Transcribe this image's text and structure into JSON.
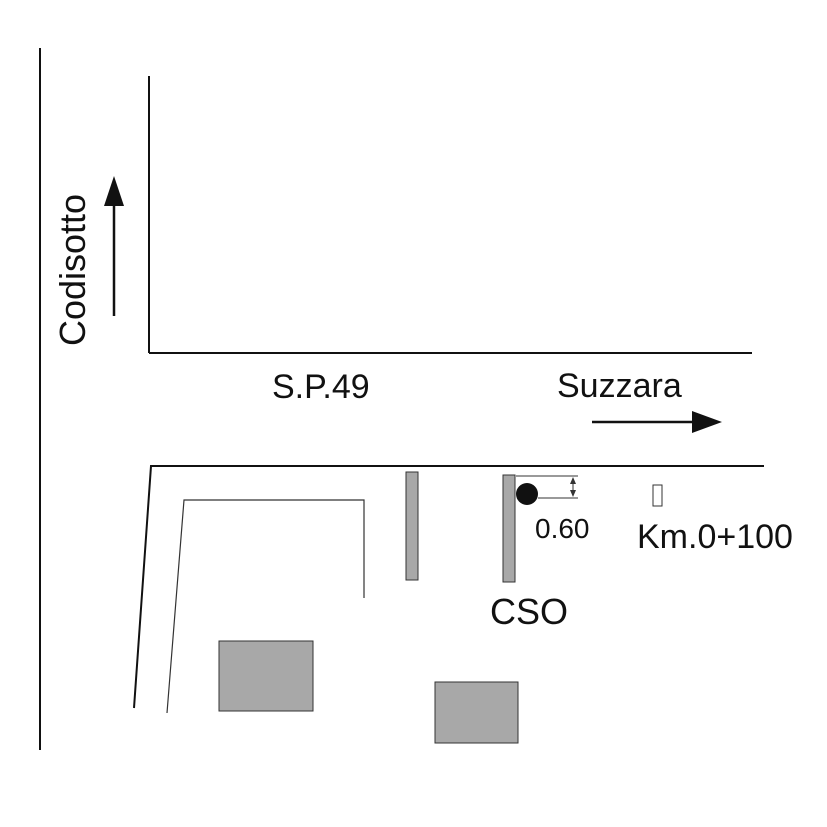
{
  "labels": {
    "road_vertical": "Codisotto",
    "road_horizontal": "S.P.49",
    "direction": "Suzzara",
    "measure": "0.60",
    "kilometer": "Km.0+100",
    "station": "CSO"
  },
  "colors": {
    "line": "#111111",
    "building_fill": "#a8a8a8",
    "post_fill": "#a8a8a8",
    "station_dot": "#111111",
    "background": "#ffffff"
  }
}
